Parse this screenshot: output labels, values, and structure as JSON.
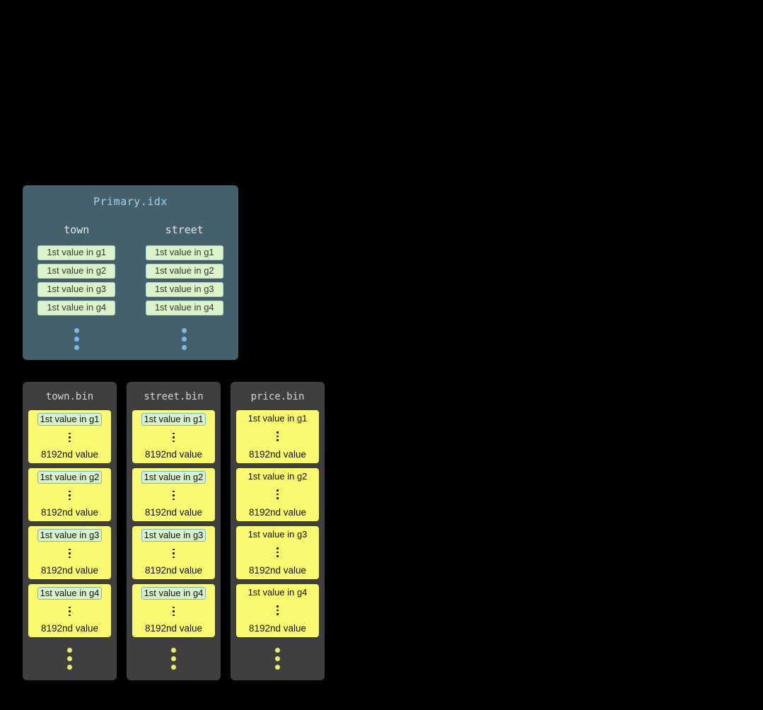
{
  "primary": {
    "title": "Primary.idx",
    "columns": [
      {
        "name": "town",
        "entries": [
          "1st value in g1",
          "1st value in g2",
          "1st value in g3",
          "1st value in g4"
        ]
      },
      {
        "name": "street",
        "entries": [
          "1st value in g1",
          "1st value in g2",
          "1st value in g3",
          "1st value in g4"
        ]
      }
    ]
  },
  "bins": {
    "panels": [
      {
        "title": "town.bin",
        "highlight_first": true,
        "granules": [
          {
            "first": "1st value in g1",
            "last": "8192nd value"
          },
          {
            "first": "1st value in g2",
            "last": "8192nd value"
          },
          {
            "first": "1st value in g3",
            "last": "8192nd value"
          },
          {
            "first": "1st value in g4",
            "last": "8192nd value"
          }
        ]
      },
      {
        "title": "street.bin",
        "highlight_first": true,
        "granules": [
          {
            "first": "1st value in g1",
            "last": "8192nd value"
          },
          {
            "first": "1st value in g2",
            "last": "8192nd value"
          },
          {
            "first": "1st value in g3",
            "last": "8192nd value"
          },
          {
            "first": "1st value in g4",
            "last": "8192nd value"
          }
        ]
      },
      {
        "title": "price.bin",
        "highlight_first": false,
        "granules": [
          {
            "first": "1st value in g1",
            "last": "8192nd value"
          },
          {
            "first": "1st value in g2",
            "last": "8192nd value"
          },
          {
            "first": "1st value in g3",
            "last": "8192nd value"
          },
          {
            "first": "1st value in g4",
            "last": "8192nd value"
          }
        ]
      }
    ]
  },
  "colors": {
    "background": "#000000",
    "primary_panel": "#45606b",
    "primary_title": "#9fd3f2",
    "column_header": "#e5e5e5",
    "chip_bg": "#dcf3c9",
    "chip_border": "#a9d2df",
    "primary_dots": "#7db8e8",
    "bin_panel": "#3f3f3f",
    "bin_title": "#d4d4d4",
    "granule_bg": "#fafa72",
    "granule_text": "#111111",
    "hl_bg": "#d9f3c8",
    "hl_border": "#79b3d6",
    "bin_dots": "#e9ef6d"
  }
}
